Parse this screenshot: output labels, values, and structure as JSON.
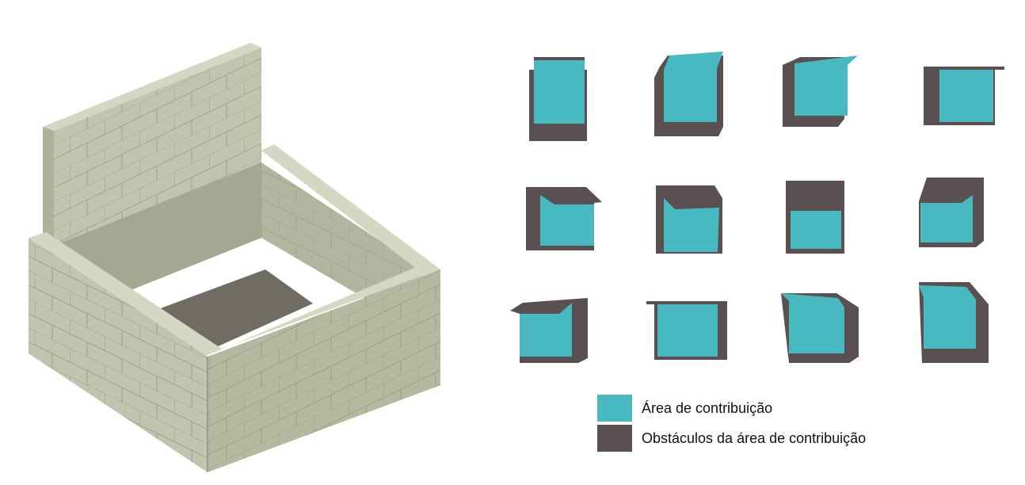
{
  "colors": {
    "contribution_area": "#48b8c1",
    "obstacle": "#5a4f51",
    "wall_top": "#d6d7c3",
    "wall_face_left": "#c3c4ad",
    "wall_face_right": "#b7b8a0",
    "wall_inner_dark": "#a6a790",
    "floor": "#6f6d63",
    "brick_line": "#9c9d86"
  },
  "legend": [
    {
      "label": "Área de contribuição",
      "color_key": "contribution_area"
    },
    {
      "label": "Obstáculos da área de contribuição",
      "color_key": "obstacle"
    }
  ],
  "views": {
    "rows": 3,
    "columns": 4,
    "count": 12
  }
}
